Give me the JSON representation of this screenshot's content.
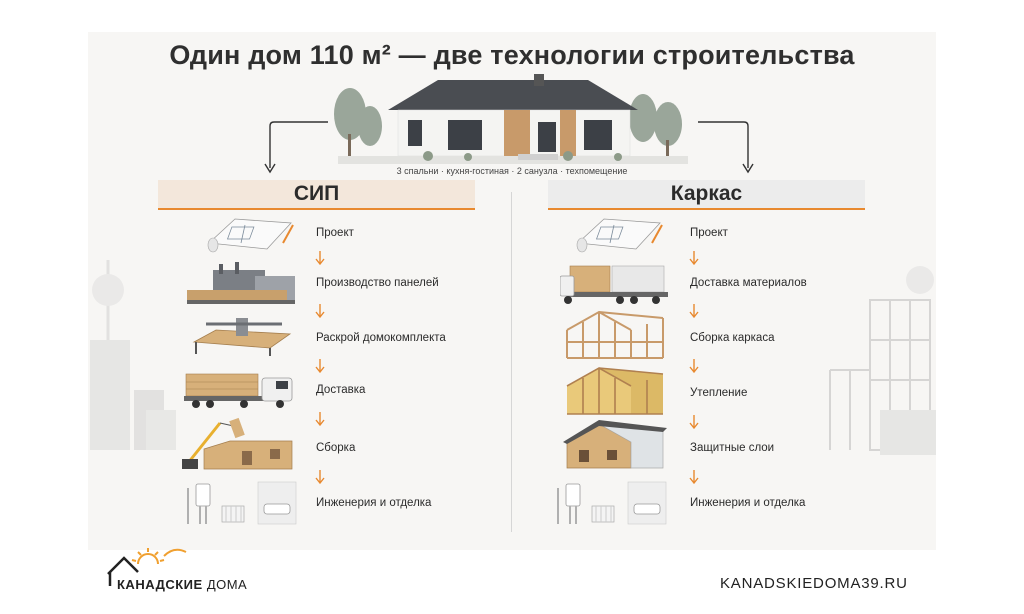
{
  "title": "Один дом 110 м² — две технологии строительства",
  "caption": "3 спальни · кухня-гостиная · 2 санузла · техпомещение",
  "columns": {
    "sip": {
      "heading": "СИП",
      "steps": [
        {
          "label": "Проект",
          "icon": "blueprint-icon"
        },
        {
          "label": "Производство панелей",
          "icon": "factory-icon"
        },
        {
          "label": "Раскрой домокомплекта",
          "icon": "cnc-machine-icon"
        },
        {
          "label": "Доставка",
          "icon": "truck-icon"
        },
        {
          "label": "Сборка",
          "icon": "crane-assembly-icon"
        },
        {
          "label": "Инженерия и отделка",
          "icon": "engineering-icon"
        }
      ]
    },
    "frame": {
      "heading": "Каркас",
      "steps": [
        {
          "label": "Проект",
          "icon": "blueprint-icon"
        },
        {
          "label": "Доставка материалов",
          "icon": "truck-icon"
        },
        {
          "label": "Сборка каркаса",
          "icon": "timber-frame-icon"
        },
        {
          "label": "Утепление",
          "icon": "insulated-frame-icon"
        },
        {
          "label": "Защитные слои",
          "icon": "sheathed-house-icon"
        },
        {
          "label": "Инженерия и отделка",
          "icon": "engineering-icon"
        }
      ]
    }
  },
  "brand": {
    "logo_word1": "КАНАДСКИЕ",
    "logo_word2": "ДОМА",
    "url": "KANADSKIEDOMA39.RU"
  },
  "colors": {
    "accent": "#e8892f",
    "sip_header_bg": "#f3e7db",
    "frame_header_bg": "#ececec",
    "text": "#2b2b2b"
  }
}
